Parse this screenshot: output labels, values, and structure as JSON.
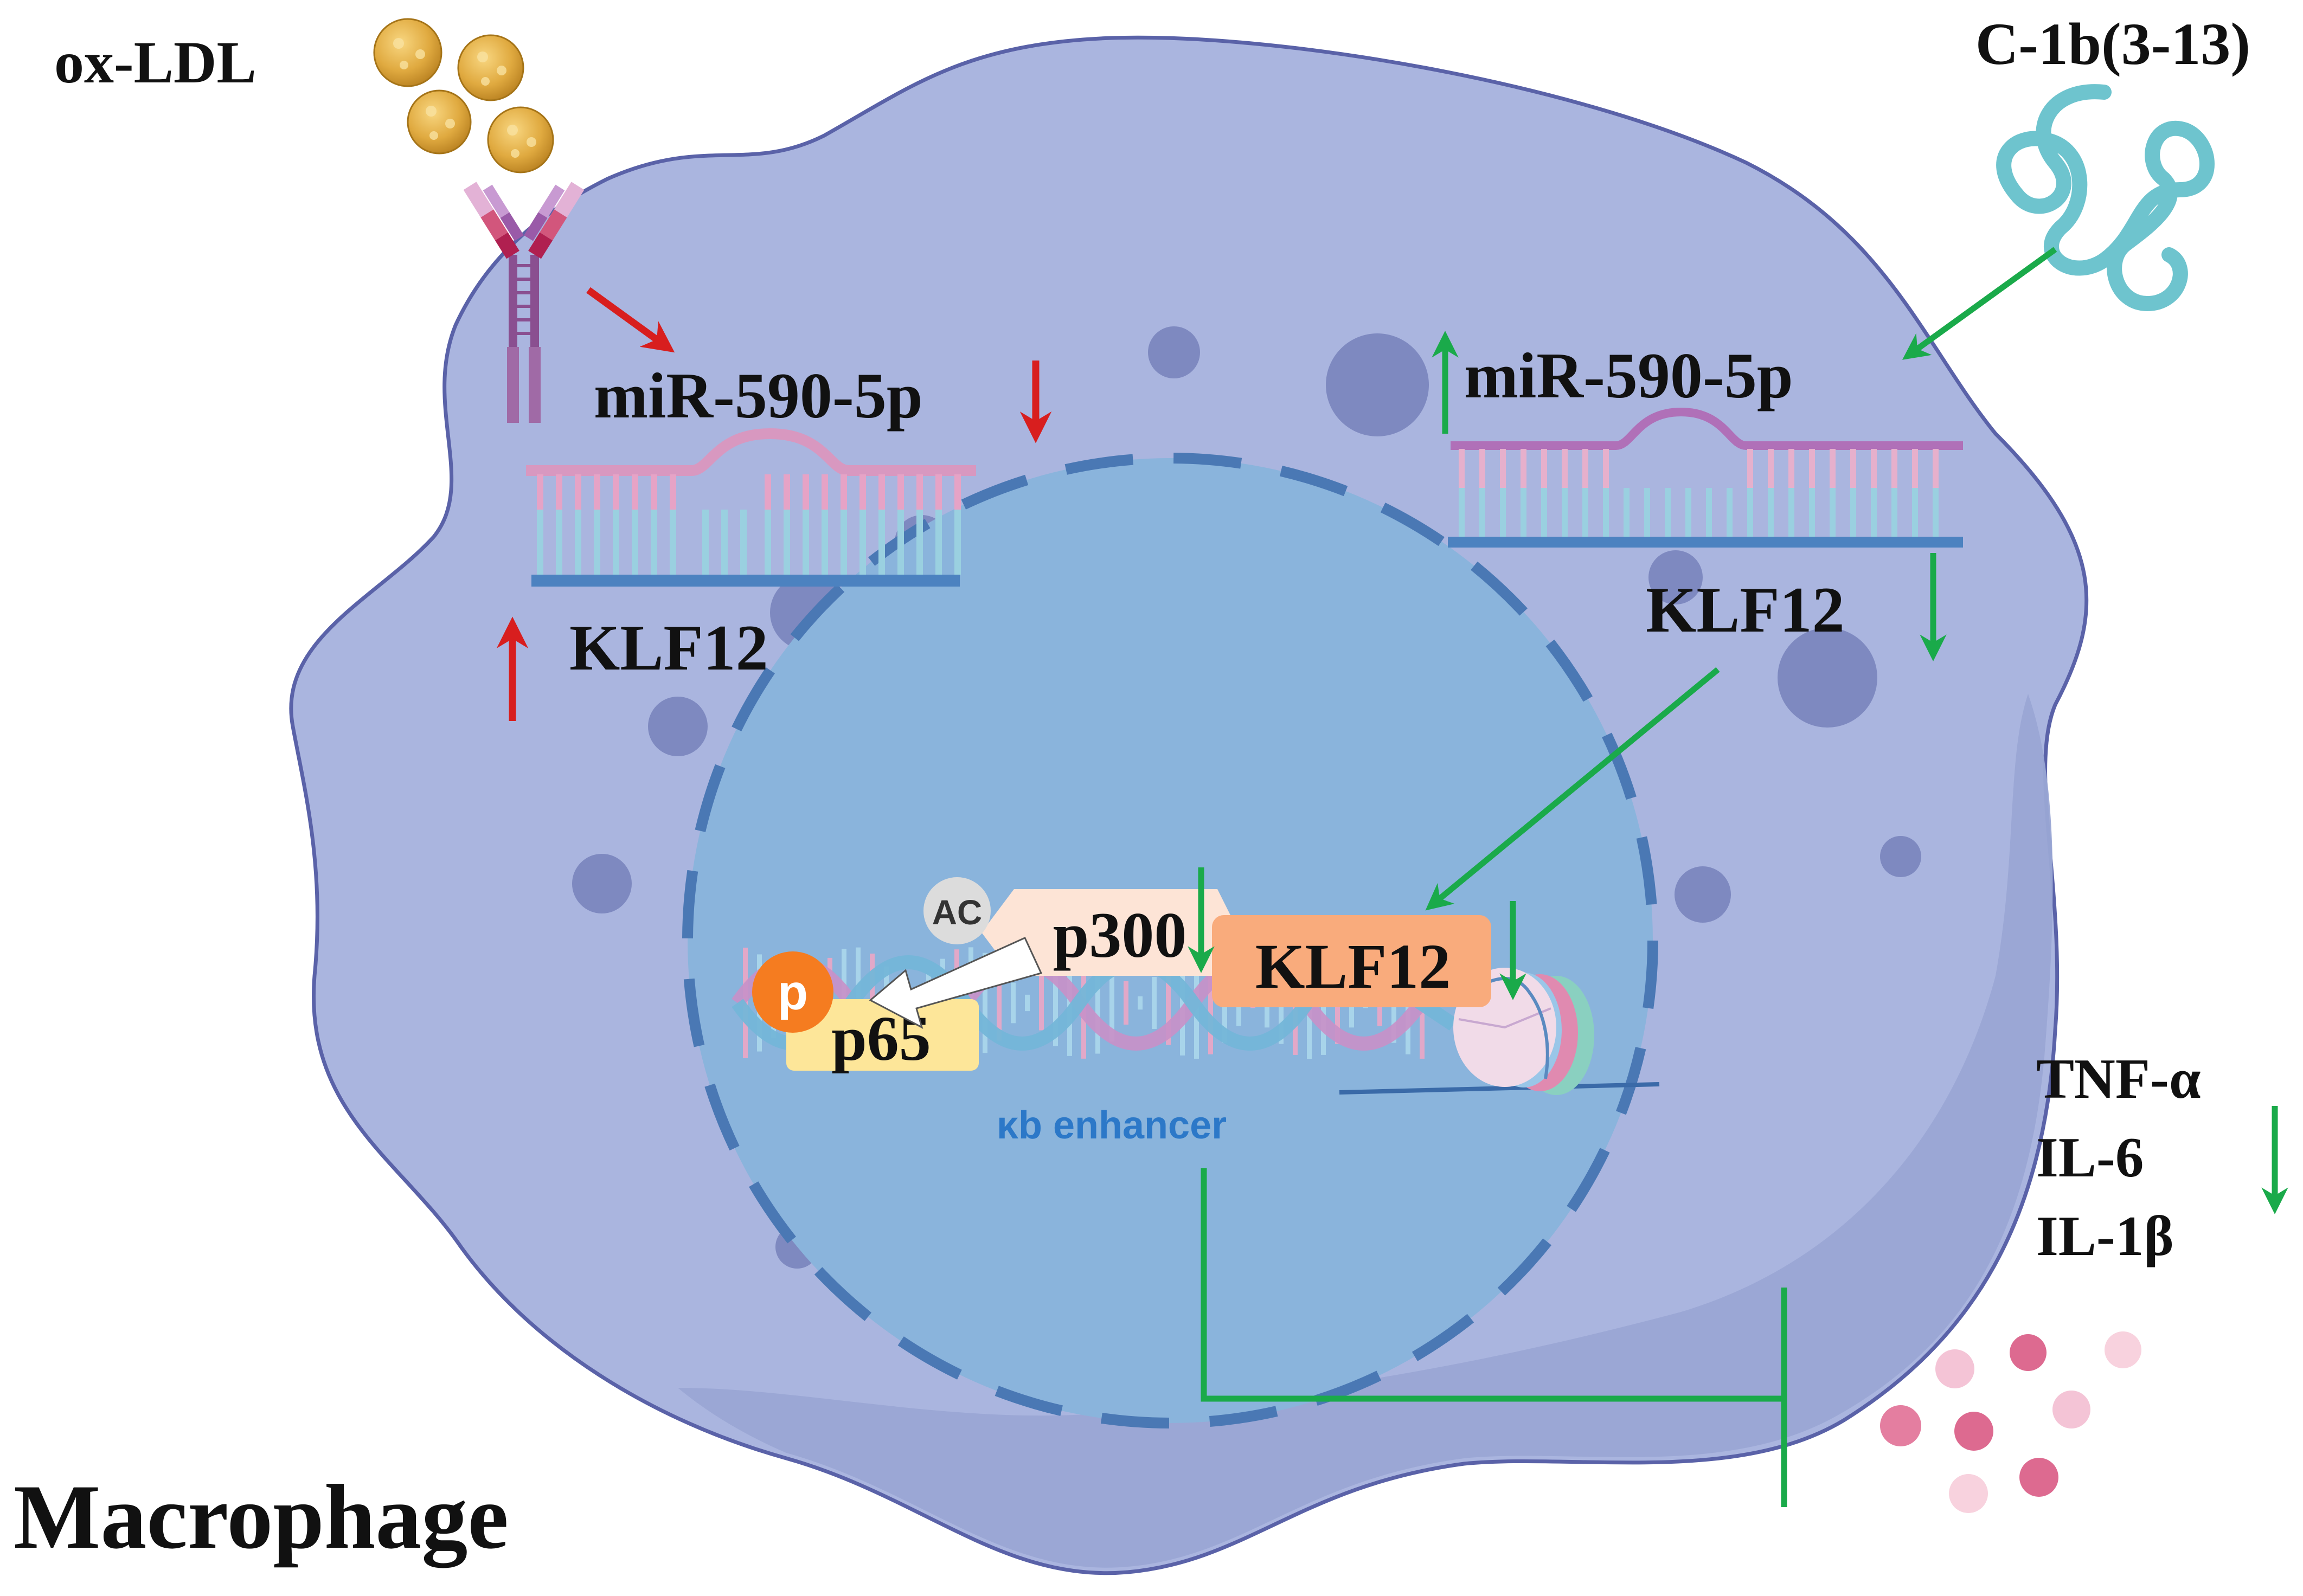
{
  "labels": {
    "ox_ldl": "ox-LDL",
    "c1b": "C-1b(3-13)",
    "mir_left": "miR-590-5p",
    "mir_right": "miR-590-5p",
    "klf12_left": "KLF12",
    "klf12_right": "KLF12",
    "klf12_nucleus": "KLF12",
    "p300": "p300",
    "p65": "p65",
    "ac": "AC",
    "p": "p",
    "kb_enhancer": "κb enhancer",
    "cytokines": [
      "TNF-α",
      "IL-6",
      "IL-1β"
    ],
    "macrophage": "Macrophage"
  },
  "colors": {
    "cell_fill": "#aab5df",
    "cell_edge": "#5a62a8",
    "nucleus_fill": "#8ab4dc",
    "nucleus_dash": "#4a78b4",
    "up_red": "#d81e1e",
    "down_green": "#1aaa4a",
    "p300_box": "#fde4d6",
    "klf12_box": "#f9ab7c",
    "p65_box": "#fde699",
    "phospho": "#f57c20",
    "enhancer_text": "#2c78c8"
  }
}
